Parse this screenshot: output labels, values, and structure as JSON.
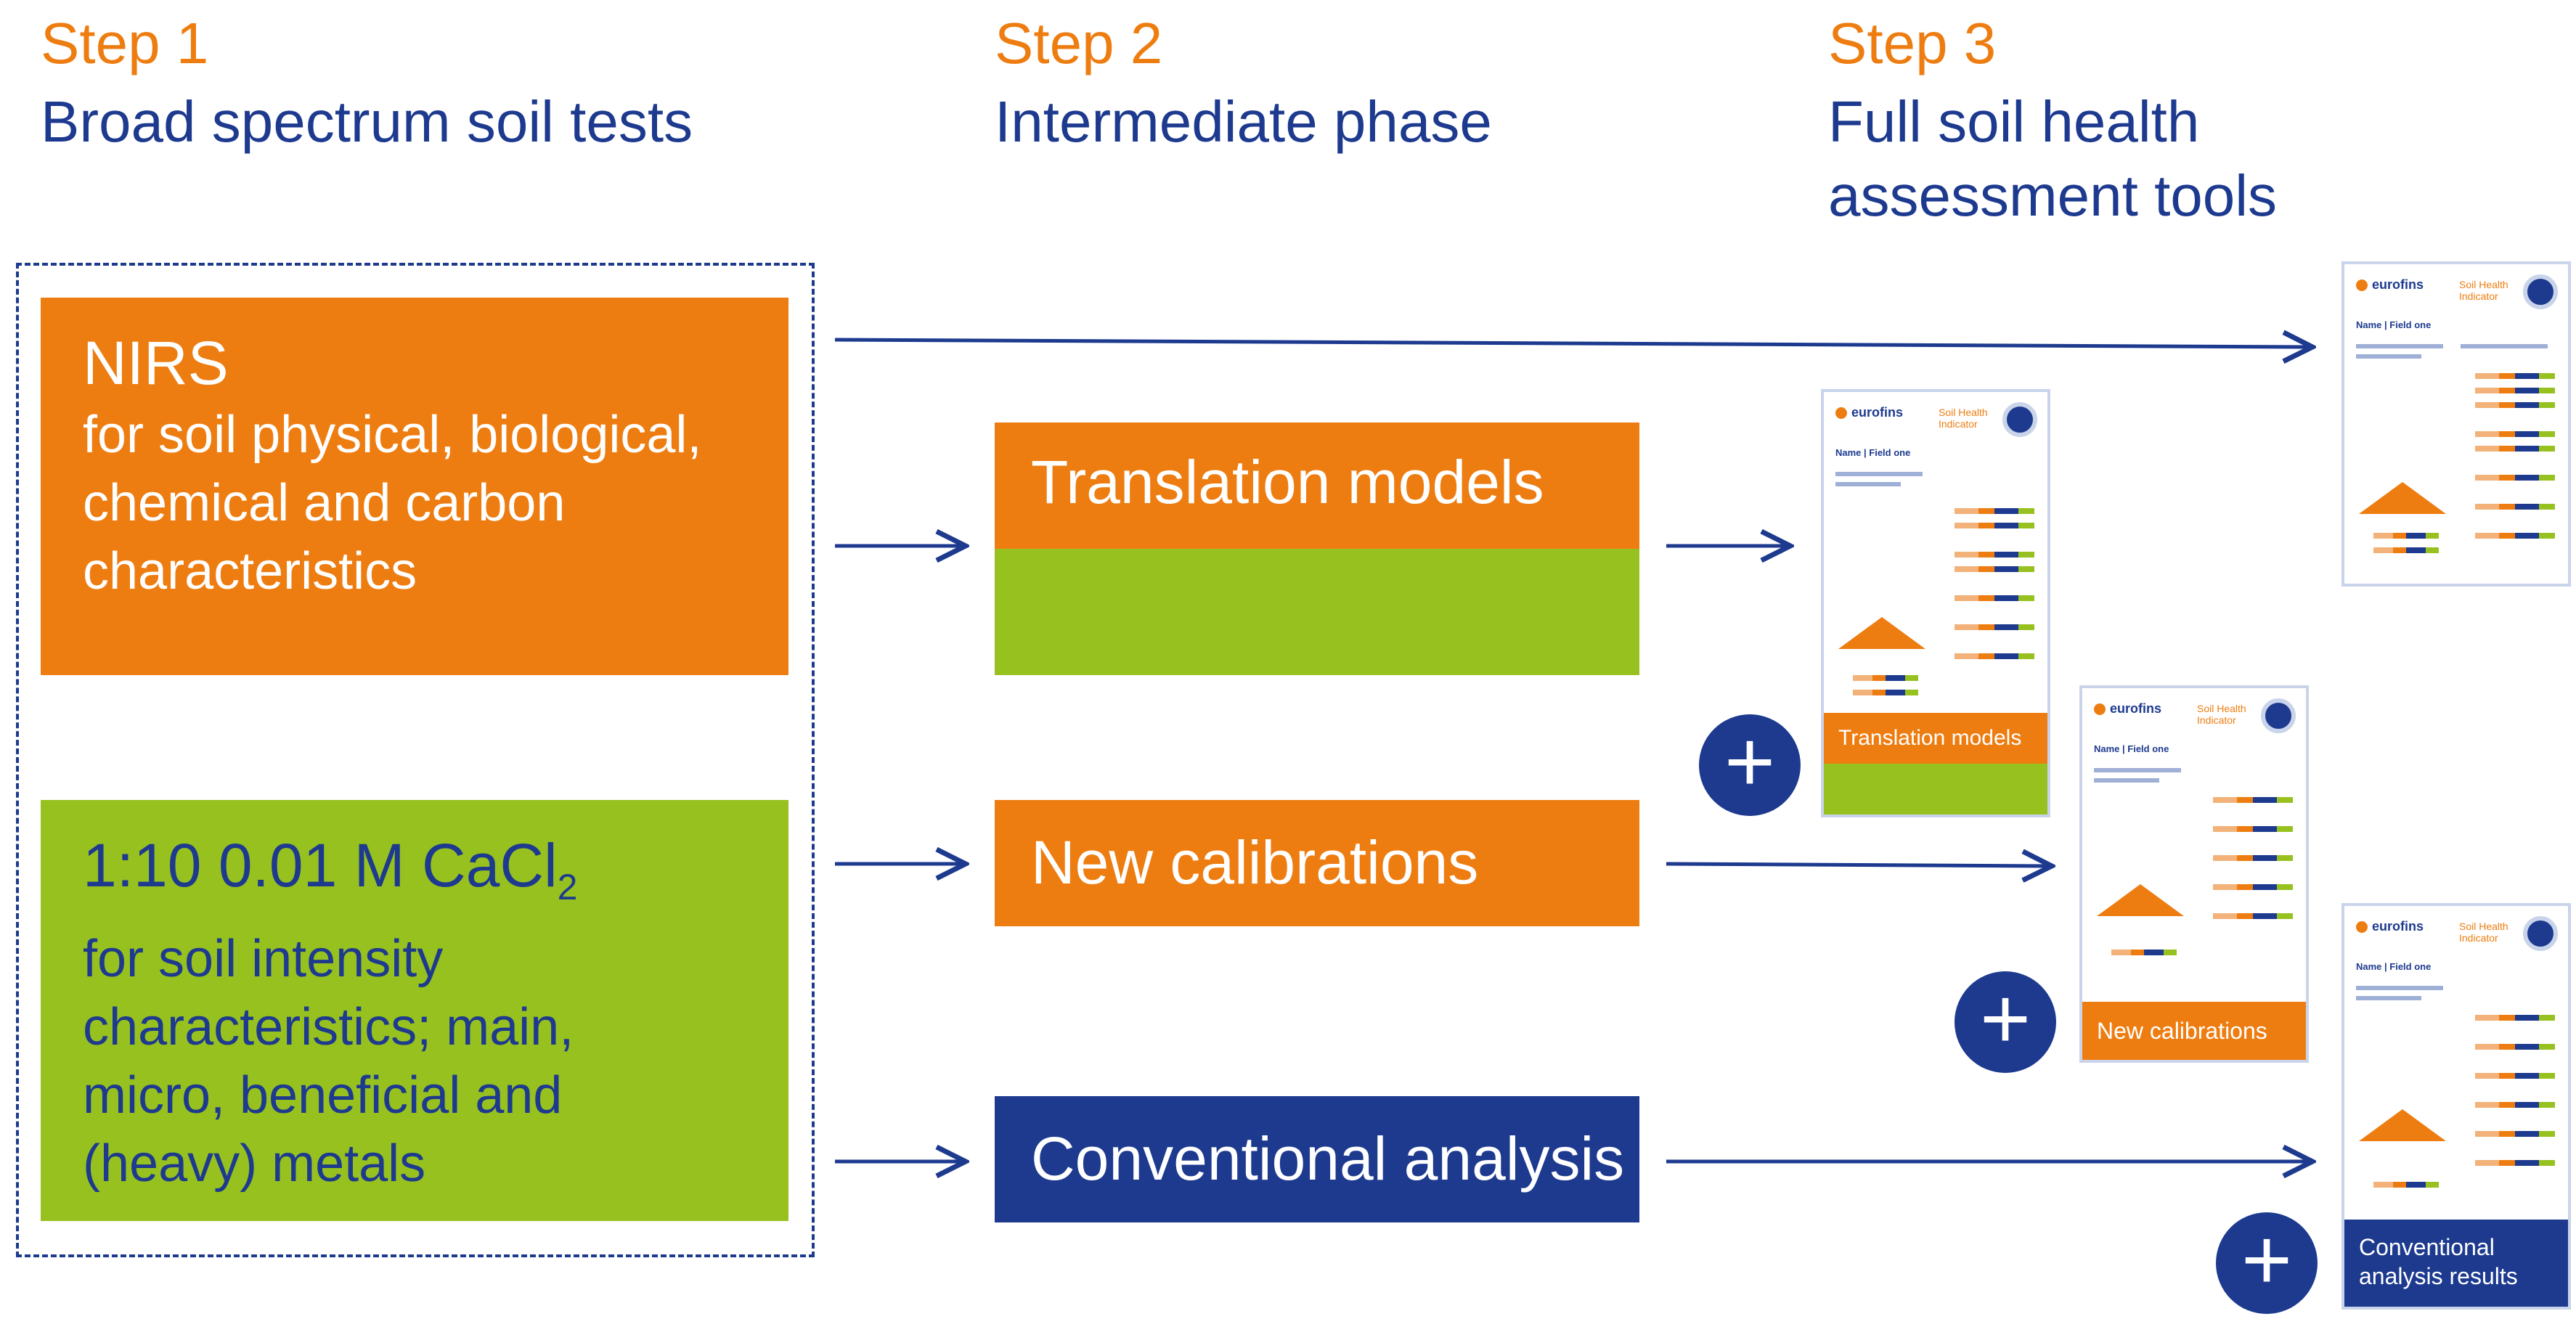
{
  "steps": [
    {
      "number": "Step 1",
      "title": "Broad spectrum soil tests"
    },
    {
      "number": "Step 2",
      "title": "Intermediate phase"
    },
    {
      "number": "Step 3",
      "title_line1": "Full soil health",
      "title_line2": "assessment tools"
    }
  ],
  "sources": {
    "nirs": {
      "title": "NIRS",
      "lines": [
        "for soil physical, biological,",
        "chemical and carbon",
        "characteristics"
      ]
    },
    "cacl2": {
      "title_main": "1:10 0.01 M CaCl",
      "title_sub": "2",
      "lines": [
        "for soil intensity",
        "characteristics; main,",
        "micro, beneficial and",
        "(heavy) metals"
      ]
    }
  },
  "intermediate": {
    "translation": "Translation models",
    "calibrations": "New calibrations",
    "conventional": "Conventional analysis"
  },
  "reports": {
    "logo_text": "eurofins",
    "indicator_line1": "Soil Health",
    "indicator_line2": "Indicator",
    "name_text": "Name | Field one",
    "translation_label": "Translation models",
    "calibrations_label": "New calibrations",
    "conventional_line1": "Conventional",
    "conventional_line2": "analysis results"
  },
  "plus_symbol": "+",
  "colors": {
    "orange": "#ee7d11",
    "green": "#97c11f",
    "navy": "#1d3a8f"
  }
}
